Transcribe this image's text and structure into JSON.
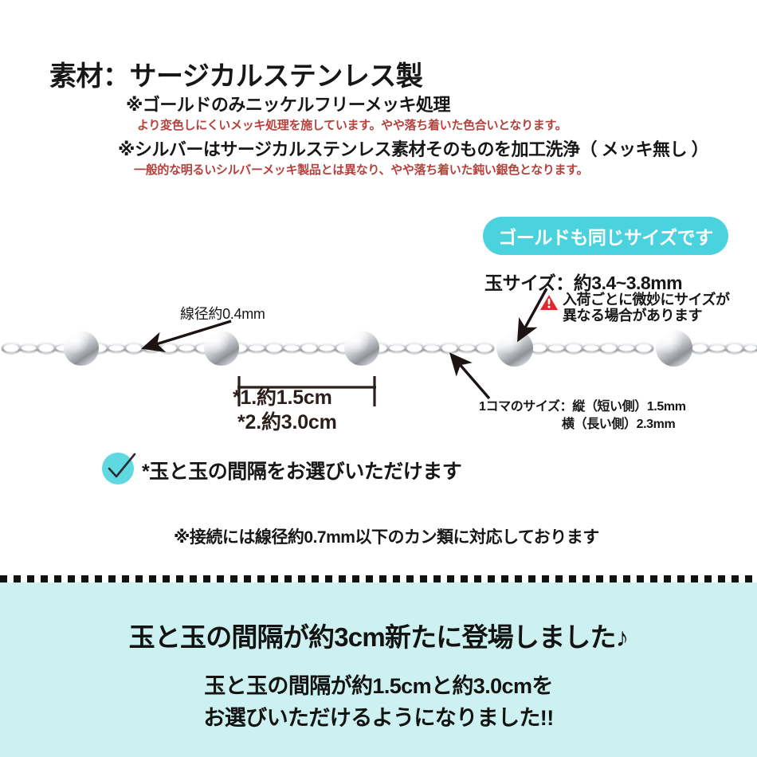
{
  "spec": {
    "title": "素材：サージカルステンレス製",
    "sub1": "※ゴールドのみニッケルフリーメッキ処理",
    "red1": "より変色しにくいメッキ処理を施しています。やや落ち着いた色合いとなります。",
    "sub2": "※シルバーはサージカルステンレス素材そのものを加工洗浄（ メッキ無し ）",
    "red2": "一般的な明るいシルバーメッキ製品とは異なり、やや落ち着いた鈍い銀色となります。"
  },
  "badge": {
    "gold_same_size": "ゴールドも同じサイズです"
  },
  "annotations": {
    "ball_size": "玉サイズ：約3.4~3.8mm",
    "warning_line1": "入荷ごとに微妙にサイズが",
    "warning_line2": "異なる場合があります",
    "wire_diameter": "線径約0.4mm",
    "gap_option_1": "*1.約1.5cm",
    "gap_option_2": "*2.約3.0cm",
    "koma_line1": "1コマのサイズ：縦（短い側）1.5mm",
    "koma_line2": "横（長い側）2.3mm",
    "choose_gap": "*玉と玉の間隔をお選びいただけます",
    "connection_note": "※接続には線径約0.7mm以下のカン類に対応しております"
  },
  "banner": {
    "headline": "玉と玉の間隔が約3cm新たに登場しました♪",
    "line2": "玉と玉の間隔が約1.5cmと約3.0cmを",
    "line3": "お選びいただけるようになりました!!"
  },
  "colors": {
    "badge_teal": "#4ad3de",
    "banner_bg": "#cdf1f1",
    "red_text": "#b5413c",
    "warning_red": "#d92b2b",
    "body_text": "#171717"
  },
  "icons": {
    "warning": "warning-triangle-icon",
    "check": "check-circle-icon"
  }
}
